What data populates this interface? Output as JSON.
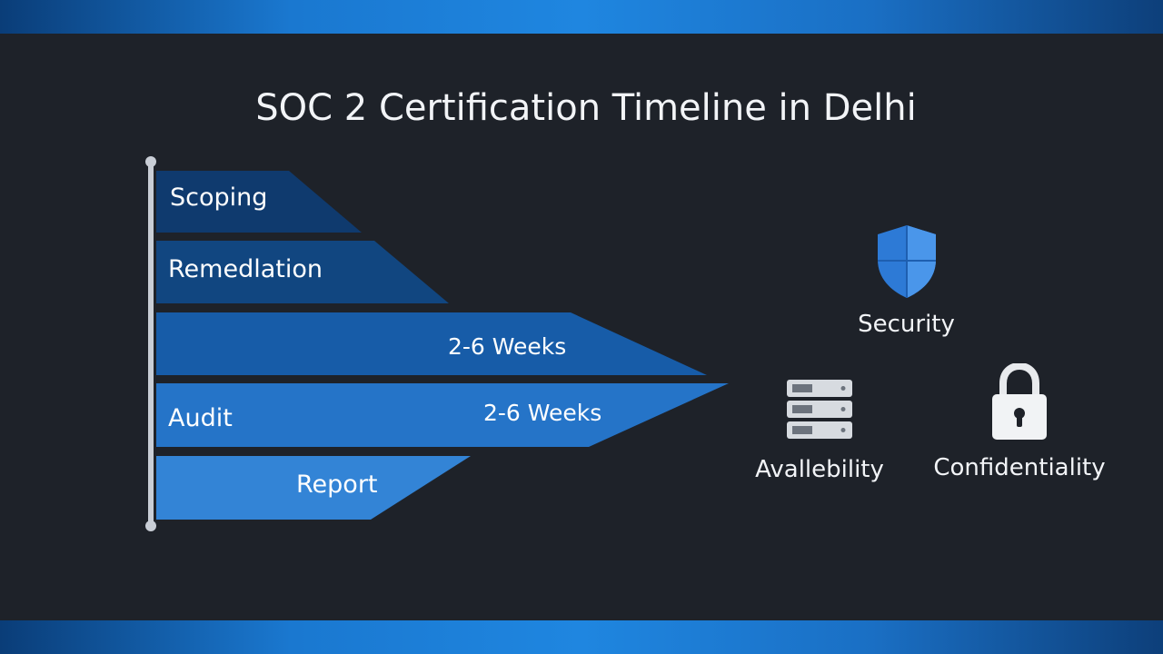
{
  "title": "SOC 2 Certification Timeline in Delhi",
  "steps": [
    {
      "label": "Scoping",
      "duration": "",
      "color": "#0f3a6e"
    },
    {
      "label": "Remedlation",
      "duration": "",
      "color": "#114680"
    },
    {
      "label": "",
      "duration": "2-6 Weeks",
      "color": "#175ca8"
    },
    {
      "label": "Audit",
      "duration": "2-6 Weeks",
      "color": "#2574c8"
    },
    {
      "label": "Report",
      "duration": "",
      "color": "#3384d6"
    }
  ],
  "criteria": [
    {
      "label": "Security",
      "icon": "shield-icon"
    },
    {
      "label": "Avallebility",
      "icon": "server-rack-icon"
    },
    {
      "label": "Confidentiality",
      "icon": "padlock-icon"
    }
  ],
  "colors": {
    "background": "#1e2229",
    "band": "#1a78d0",
    "axis": "#c9ced6"
  }
}
